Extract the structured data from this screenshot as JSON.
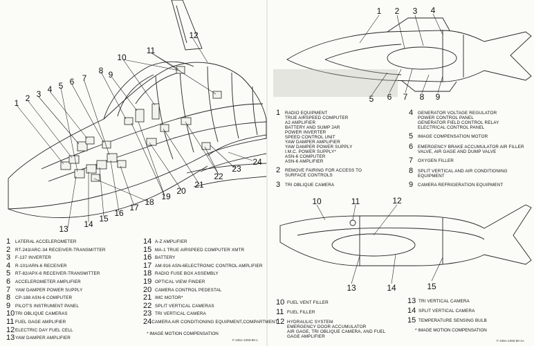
{
  "left_diagram": {
    "callouts": [
      "1",
      "2",
      "3",
      "4",
      "5",
      "6",
      "7",
      "8",
      "9",
      "10",
      "11",
      "12",
      "13",
      "14",
      "15",
      "16",
      "17",
      "18",
      "19",
      "20",
      "21",
      "22",
      "23",
      "24"
    ],
    "legend_left": [
      {
        "n": "1",
        "t": "LATERAL ACCELEROMETER"
      },
      {
        "n": "2",
        "t": "RT-243/ARC-34 RECEIVER-TRANSMITTER"
      },
      {
        "n": "3",
        "t": "F-137 INVERTER"
      },
      {
        "n": "4",
        "t": "R-101/ARN-6 RECEIVER"
      },
      {
        "n": "5",
        "t": "RT-82/APX-6 RECEIVER-TRANSMITTER"
      },
      {
        "n": "6",
        "t": "ACCELEROMETER AMPLIFIER"
      },
      {
        "n": "7",
        "t": "YAW DAMPER POWER SUPPLY"
      },
      {
        "n": "8",
        "t": "CP-188 ASN-6 COMPUTER"
      },
      {
        "n": "9",
        "t": "PILOT'S INSTRUMENT PANEL"
      },
      {
        "n": "10",
        "t": "TRI OBLIQUE CAMERAS"
      },
      {
        "n": "11",
        "t": "FUEL GAGE AMPLIFIER"
      },
      {
        "n": "12",
        "t": "ELECTRIC DAY FUEL CELL"
      },
      {
        "n": "13",
        "t": "YAW DAMPER AMPLIFIER"
      }
    ],
    "legend_right": [
      {
        "n": "14",
        "t": "A-Z AMPLIFIER"
      },
      {
        "n": "15",
        "t": "MA-1 TRUE AIRSPEED COMPUTER XMTR"
      },
      {
        "n": "16",
        "t": "BATTERY"
      },
      {
        "n": "17",
        "t": "AM-916 ASN-6ELECTRONIC CONTROL AMPLIFIER"
      },
      {
        "n": "18",
        "t": "RADIO FUSE BOX ASSEMBLY"
      },
      {
        "n": "19",
        "t": "OPTICAL VIEW FINDER"
      },
      {
        "n": "20",
        "t": "CAMERA CONTROL PEDESTAL"
      },
      {
        "n": "21",
        "t": "IMC MOTOR*"
      },
      {
        "n": "22",
        "t": "SPLIT VERTICAL CAMERAS"
      },
      {
        "n": "23",
        "t": "TRI VERTICAL CAMERA"
      },
      {
        "n": "24",
        "t": [
          "CAMERA AIR CONDITIONING EQUIPMENT",
          "COMPARTMENT"
        ]
      }
    ],
    "footnote": "* IMAGE MOTION COMPENSATION",
    "figure_id": "F-105A-1093-80-1"
  },
  "top_right_diagram": {
    "callouts": [
      "1",
      "2",
      "3",
      "4",
      "5",
      "6",
      "7",
      "8",
      "9"
    ],
    "legend_left": [
      {
        "n": "1",
        "t": [
          "RADIO EQUIPMENT",
          "TRUE AIRSPEED COMPUTER",
          "A2 AMPLIFIER",
          "BATTERY AND SUMP JAR",
          "POWER INVERTER",
          "SPEED CONTROL UNIT",
          "YAW DAMPER AMPLIFIER",
          "YAW DAMPER POWER SUPPLY",
          "I.M.C. POWER SUPPLY*",
          "ASN-6 COMPUTER",
          "ASN-6 AMPLIFIER"
        ]
      },
      {
        "n": "2",
        "t": [
          "REMOVE FAIRING FOR ACCESS TO",
          "SURFACE CONTROLS"
        ]
      },
      {
        "n": "3",
        "t": [
          "TRI OBLIQUE CAMERA"
        ]
      }
    ],
    "legend_right": [
      {
        "n": "4",
        "t": [
          "GENERATOR VOLTAGE REGULATOR",
          "POWER CONTROL PANEL",
          "GENERATOR FIELD CONTROL RELAY",
          "ELECTRICAL CONTROL PANEL"
        ]
      },
      {
        "n": "5",
        "t": [
          "IMAGE COMPENSATION MOTOR"
        ]
      },
      {
        "n": "6",
        "t": [
          "EMERGENCY BRAKE ACCUMULATOR AIR FILLER",
          "VALVE, AIR GAGE AND DUMP VALVE"
        ]
      },
      {
        "n": "7",
        "t": [
          "OXYGEN FILLER"
        ]
      },
      {
        "n": "8",
        "t": [
          "SPLIT VERTICAL AND AIR CONDITIONING",
          "EQUIPMENT"
        ]
      },
      {
        "n": "9",
        "t": [
          "CAMERA REFRIGERATION EQUIPMENT"
        ]
      }
    ]
  },
  "bottom_right_diagram": {
    "callouts": [
      "10",
      "11",
      "12",
      "13",
      "14",
      "15"
    ],
    "legend_left": [
      {
        "n": "10",
        "t": [
          "FUEL VENT FILLER"
        ]
      },
      {
        "n": "11",
        "t": [
          "FUEL FILLER"
        ]
      },
      {
        "n": "12",
        "t": [
          "HYDRAULIC SYSTEM",
          "EMERGENCY DOOR ACCUMULATOR",
          "AIR GAGE, TRI OBLIQUE CAMERA, AND FUEL",
          "GAGE AMPLIFIER"
        ]
      }
    ],
    "legend_right": [
      {
        "n": "13",
        "t": [
          "TRI VERTICAL CAMERA"
        ]
      },
      {
        "n": "14",
        "t": [
          "SPLIT VERTICAL CAMERA"
        ]
      },
      {
        "n": "15",
        "t": [
          "TEMPERATURE SENSING BULB"
        ]
      }
    ],
    "footnote": "* IMAGE MOTION COMPENSATION",
    "figure_id": "F-105A-1093-80-1A"
  }
}
